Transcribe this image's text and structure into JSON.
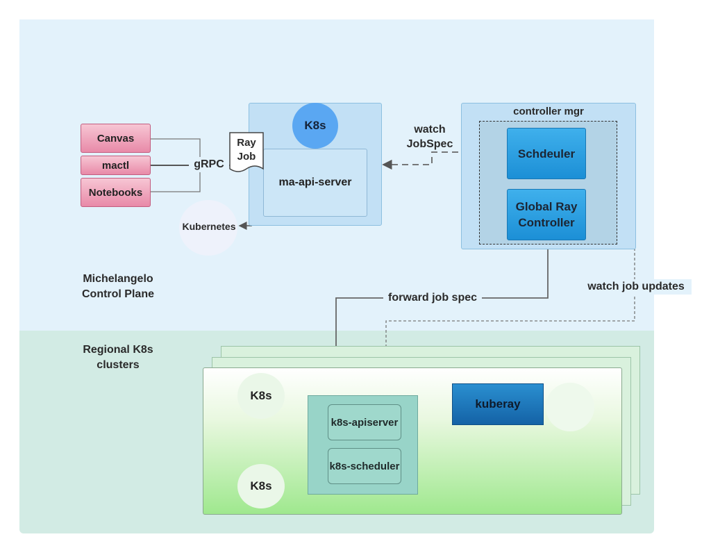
{
  "zones": {
    "control_plane_label": "Michelangelo\nControl Plane",
    "regional_label": "Regional K8s\nclusters"
  },
  "clients": {
    "items": [
      "Canvas",
      "mactl",
      "Notebooks"
    ],
    "protocol": "gRPC"
  },
  "ray_job": "Ray\nJob",
  "api_panel": {
    "k8s": "K8s",
    "server": "ma-api-server",
    "kubernetes": "Kubernetes"
  },
  "controller": {
    "title": "controller mgr",
    "scheduler": "Schdeuler",
    "global_ray": "Global Ray\nController"
  },
  "edges": {
    "watch_jobspec": "watch\nJobSpec",
    "forward_job_spec": "forward job spec",
    "watch_job_updates": "watch job updates"
  },
  "regional": {
    "k8s_top": "K8s",
    "k8s_bottom": "K8s",
    "apiserver": "k8s-apiserver",
    "scheduler": "k8s-scheduler",
    "kuberay": "kuberay"
  },
  "colors": {
    "control_plane_bg": "#e3f2fb",
    "regional_bg": "#d2ebe4",
    "client_pink": "#e88aa8",
    "service_blue": "#1c8fd6",
    "k8s_circle": "#5aa7f2",
    "teal": "#98d4c8",
    "kuberay_blue": "#1462a6"
  }
}
